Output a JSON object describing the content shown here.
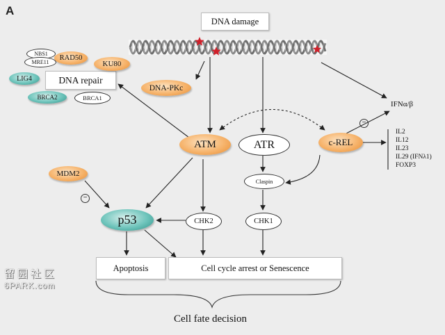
{
  "panel_label": "A",
  "nodes": {
    "dna_damage": "DNA damage",
    "dna_repair": "DNA repair",
    "nbs1": "NBS1",
    "mre11": "MRE11",
    "rad50": "RAD50",
    "ku80": "KU80",
    "lig4": "LIG4",
    "brca2": "BRCA2",
    "brca1": "BRCA1",
    "dna_pkc": "DNA-PKc",
    "atm": "ATM",
    "atr": "ATR",
    "c_rel": "c-REL",
    "ifn": "IFNα/β",
    "claspin": "Claspin",
    "mdm2": "MDM2",
    "p53": "p53",
    "chk2": "CHK2",
    "chk1": "CHK1",
    "apoptosis": "Apoptosis",
    "cell_cycle": "Cell cycle arrest or Senescence",
    "cell_fate": "Cell fate decision"
  },
  "inhibition_symbol": "−",
  "crel_targets": [
    "IL2",
    "IL12",
    "IL23",
    "IL29 (IFNλ1)",
    "FOXP3"
  ],
  "watermark": {
    "line1": "留园社区",
    "line2": "6PARK.com"
  },
  "colors": {
    "background": "#ededed",
    "orange_node": "#f0a050",
    "teal_node": "#3fa99f",
    "damage_mark": "#d0202a",
    "arrow": "#222222"
  }
}
